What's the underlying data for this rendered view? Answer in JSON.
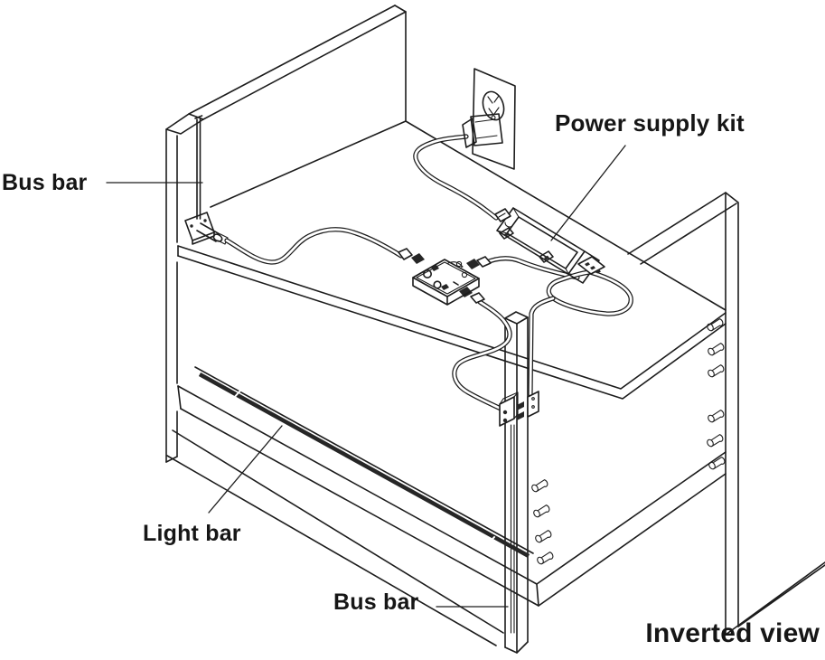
{
  "diagram": {
    "caption": "Inverted view",
    "labels": {
      "bus_bar_top": "Bus bar",
      "power_supply_kit": "Power supply kit",
      "light_bar": "Light bar",
      "bus_bar_bottom": "Bus bar"
    },
    "colors": {
      "line": "#1c1c1c",
      "background": "#ffffff",
      "light_bar_fill": "#262626"
    }
  }
}
